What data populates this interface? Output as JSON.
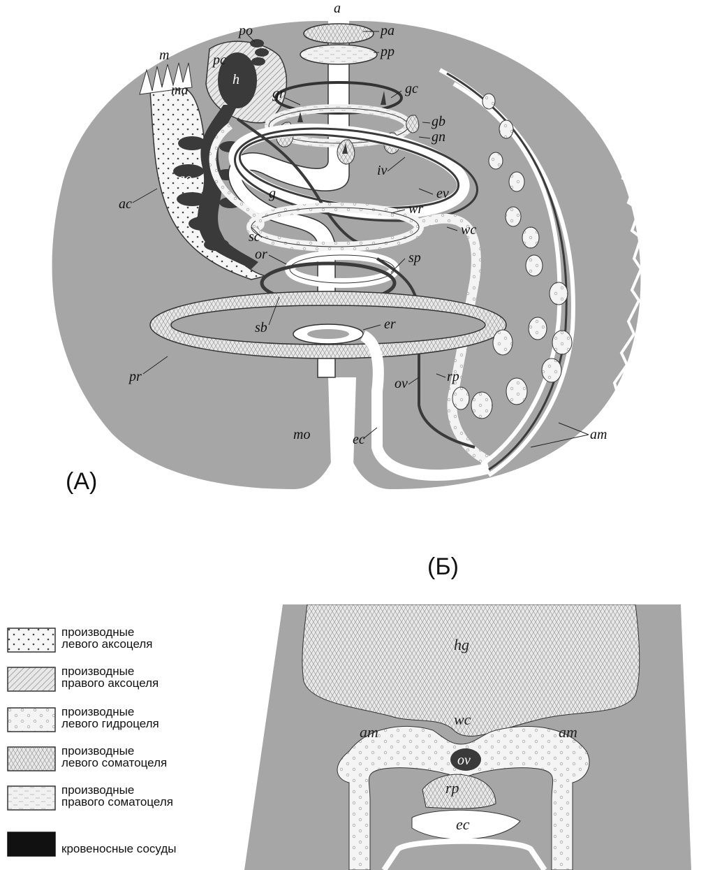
{
  "panels": {
    "a_label": "(A)",
    "b_label": "(Б)"
  },
  "diagram_a": {
    "labels": {
      "a": "a",
      "pa": "pa",
      "pp": "pp",
      "po": "po",
      "pc": "pc",
      "h": "h",
      "m": "m",
      "ma": "ma",
      "gr": "gr",
      "gc": "gc",
      "gb": "gb",
      "gn": "gn",
      "iv": "iv",
      "ev": "ev",
      "ao": "ao",
      "ac": "ac",
      "g": "g",
      "wr": "wr",
      "wc": "wc",
      "sc": "sc",
      "or": "or",
      "sp": "sp",
      "sb": "sb",
      "er": "er",
      "pr": "pr",
      "ov": "ov",
      "rp": "rp",
      "am": "am",
      "mo": "mo",
      "ec": "ec"
    }
  },
  "diagram_b": {
    "labels": {
      "hg": "hg",
      "wc": "wc",
      "am_left": "am",
      "am_right": "am",
      "ov": "ov",
      "rp": "rp",
      "ec": "ec"
    }
  },
  "legend": [
    {
      "line1": "производные",
      "line2": "левого аксоцеля",
      "pattern": "dots"
    },
    {
      "line1": "производные",
      "line2": "правого аксоцеля",
      "pattern": "hatch"
    },
    {
      "line1": "производные",
      "line2": "левого гидроцеля",
      "pattern": "circles"
    },
    {
      "line1": "производные",
      "line2": "левого соматоцеля",
      "pattern": "triangles"
    },
    {
      "line1": "производные",
      "line2": "правого соматоцеля",
      "pattern": "dashes"
    },
    {
      "line1": "кровеносные сосуды",
      "line2": "",
      "pattern": "solid"
    }
  ],
  "colors": {
    "body": "#a6a6a6",
    "blood": "#3a3a3a",
    "outline": "#333333",
    "fill_light": "#f3f3f3"
  }
}
